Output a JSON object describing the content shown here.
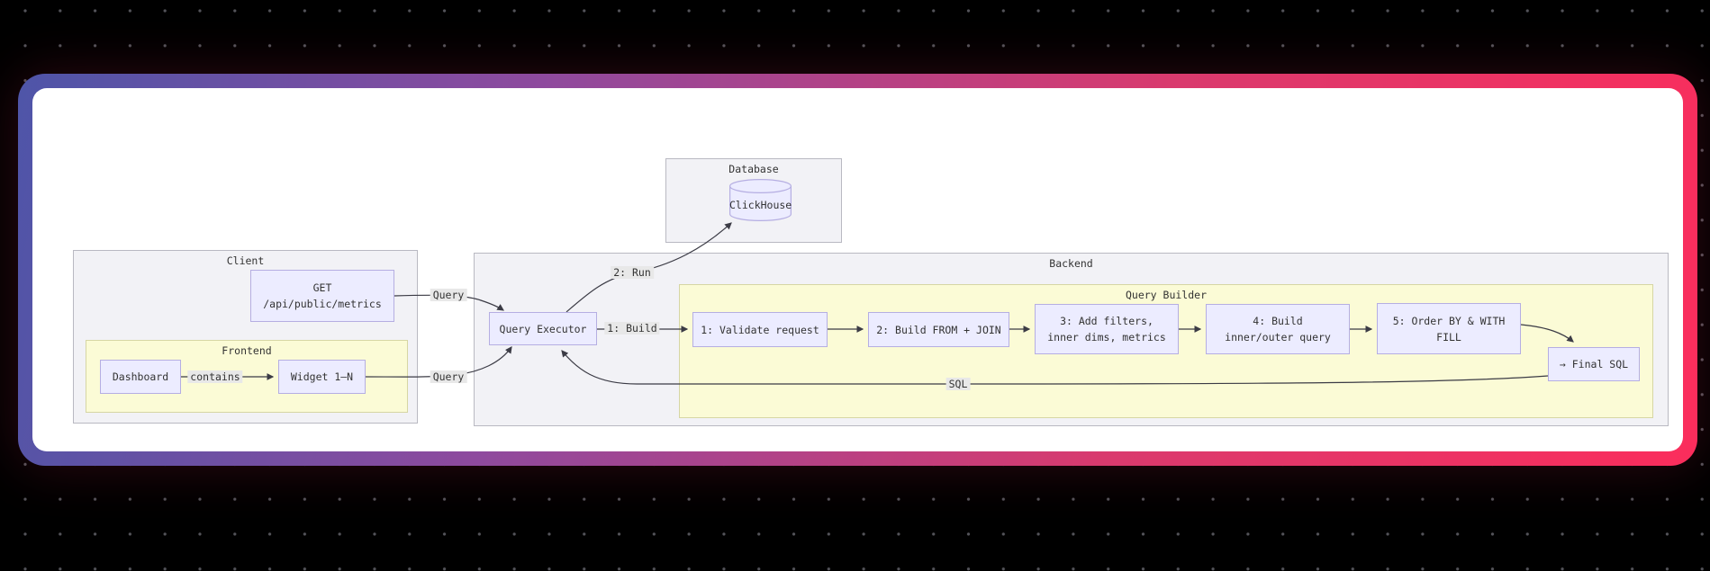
{
  "canvas": {
    "background": "#000000",
    "dot_color": "#54545a"
  },
  "card": {
    "background": "#ffffff",
    "border_gradient": [
      "#4e55a8",
      "#8e4a9e",
      "#d93a6e",
      "#fb2d5c"
    ]
  },
  "diagram": {
    "type": "flowchart",
    "clusters": {
      "database": {
        "label": "Database",
        "style": "gray"
      },
      "client": {
        "label": "Client",
        "style": "gray"
      },
      "frontend": {
        "label": "Frontend",
        "style": "yellow"
      },
      "backend": {
        "label": "Backend",
        "style": "gray"
      },
      "query_builder": {
        "label": "Query Builder",
        "style": "yellow"
      }
    },
    "nodes": {
      "clickhouse": {
        "label": "ClickHouse",
        "shape": "cylinder"
      },
      "get": {
        "lines": [
          "GET",
          "/api/public/metrics"
        ]
      },
      "dashboard": {
        "label": "Dashboard"
      },
      "widget": {
        "label": "Widget 1–N"
      },
      "query_executor": {
        "label": "Query Executor"
      },
      "validate": {
        "label": "1: Validate request"
      },
      "build_from": {
        "label": "2: Build FROM + JOIN"
      },
      "add_filters": {
        "lines": [
          "3: Add filters,",
          "inner dims, metrics"
        ]
      },
      "build_inner": {
        "lines": [
          "4: Build",
          "inner/outer query"
        ]
      },
      "order_by": {
        "lines": [
          "5: Order BY & WITH",
          "FILL"
        ]
      },
      "final_sql": {
        "label": "→ Final SQL"
      }
    },
    "edges": [
      {
        "from": "get",
        "to": "query_executor",
        "label": "Query"
      },
      {
        "from": "widget",
        "to": "query_executor",
        "label": "Query"
      },
      {
        "from": "dashboard",
        "to": "widget",
        "label": "contains"
      },
      {
        "from": "query_executor",
        "to": "clickhouse",
        "label": "2: Run"
      },
      {
        "from": "query_executor",
        "to": "validate",
        "label": "1: Build"
      },
      {
        "from": "validate",
        "to": "build_from",
        "label": ""
      },
      {
        "from": "build_from",
        "to": "add_filters",
        "label": ""
      },
      {
        "from": "add_filters",
        "to": "build_inner",
        "label": ""
      },
      {
        "from": "build_inner",
        "to": "order_by",
        "label": ""
      },
      {
        "from": "order_by",
        "to": "final_sql",
        "label": ""
      },
      {
        "from": "final_sql",
        "to": "query_executor",
        "label": "SQL"
      }
    ],
    "colors": {
      "node_fill": "#ececff",
      "node_border": "#b5aee2",
      "cluster_gray_fill": "#f2f2f6",
      "cluster_gray_border": "#b9b9c2",
      "cluster_yellow_fill": "#fbfbd6",
      "cluster_yellow_border": "#d6d6a4",
      "edge": "#3b3b45",
      "edge_label_bg": "#e8e8e8",
      "text": "#333333"
    }
  }
}
